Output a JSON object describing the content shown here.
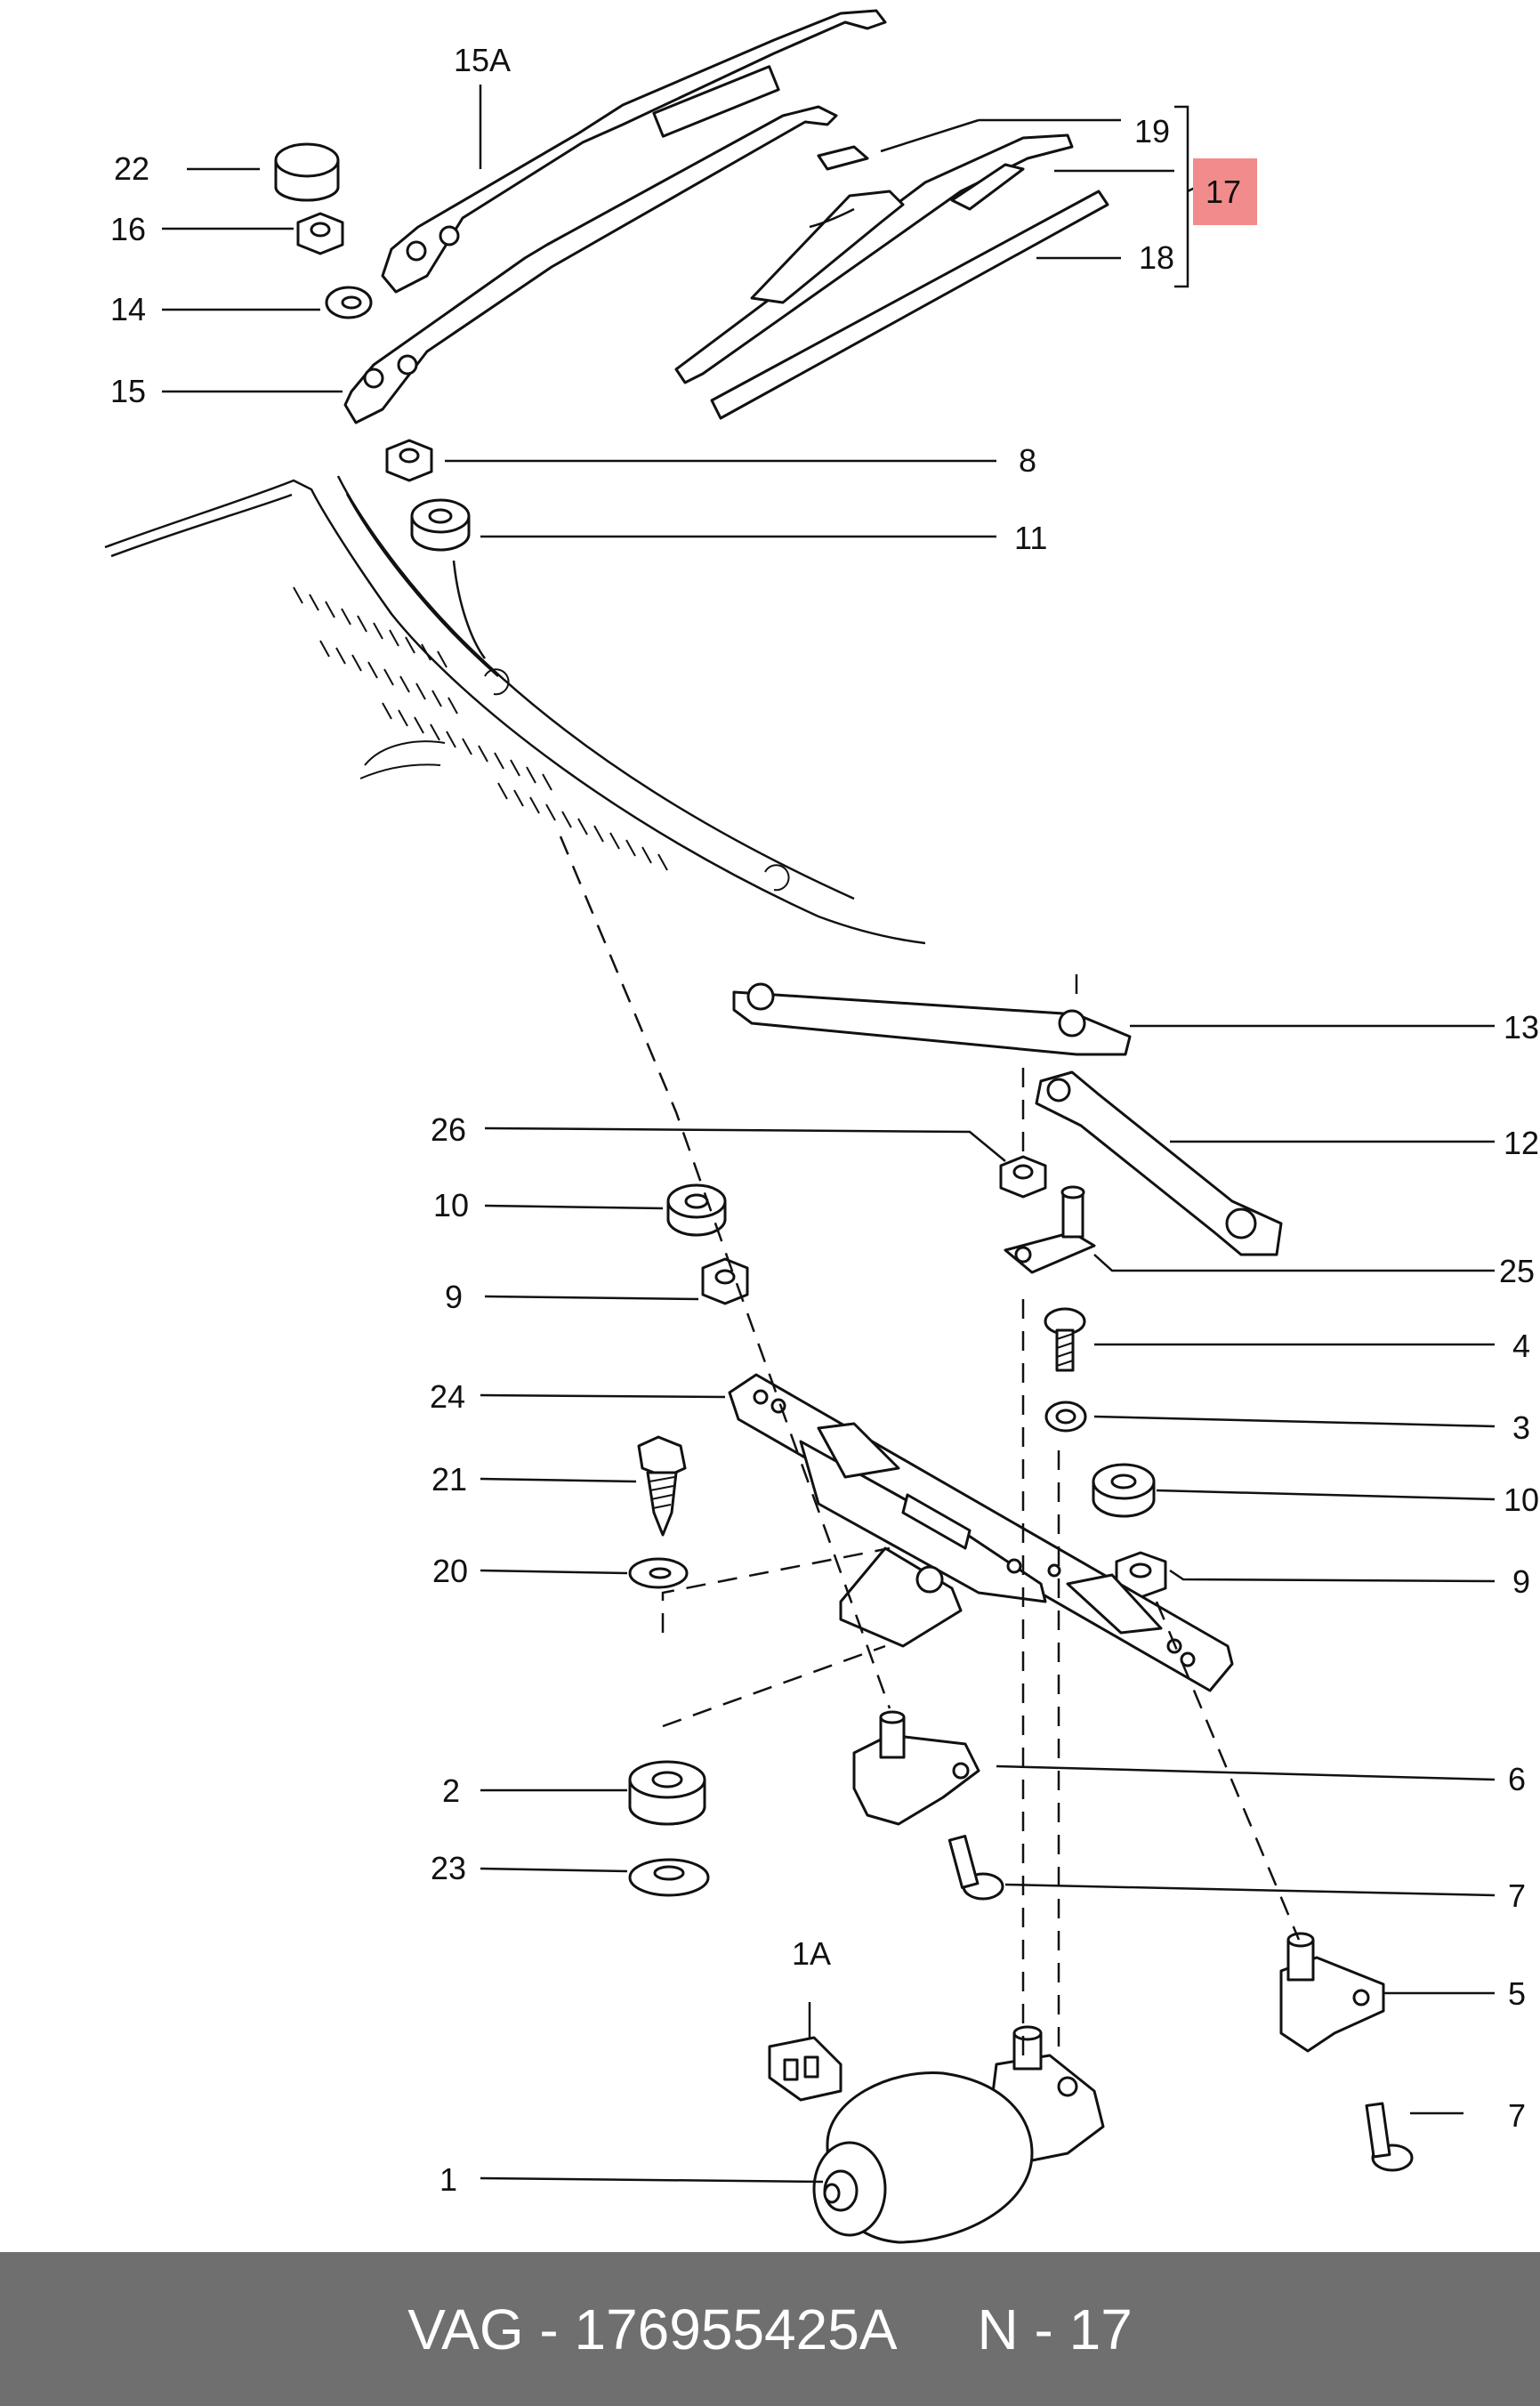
{
  "footer": {
    "part_text": "VAG - 176955425A",
    "page_text": "N - 17"
  },
  "highlight": {
    "label": "17",
    "color": "#f28b8b"
  },
  "callouts": {
    "c15A": "15A",
    "c22": "22",
    "c16": "16",
    "c14": "14",
    "c15": "15",
    "c19": "19",
    "c18": "18",
    "c8": "8",
    "c11": "11",
    "c13": "13",
    "c26": "26",
    "c12": "12",
    "c10a": "10",
    "c9a": "9",
    "c25": "25",
    "c4": "4",
    "c24": "24",
    "c3": "3",
    "c21": "21",
    "c10b": "10",
    "c20": "20",
    "c9b": "9",
    "c2": "2",
    "c6": "6",
    "c23": "23",
    "c7a": "7",
    "c1A": "1A",
    "c5": "5",
    "c7b": "7",
    "c1": "1"
  }
}
